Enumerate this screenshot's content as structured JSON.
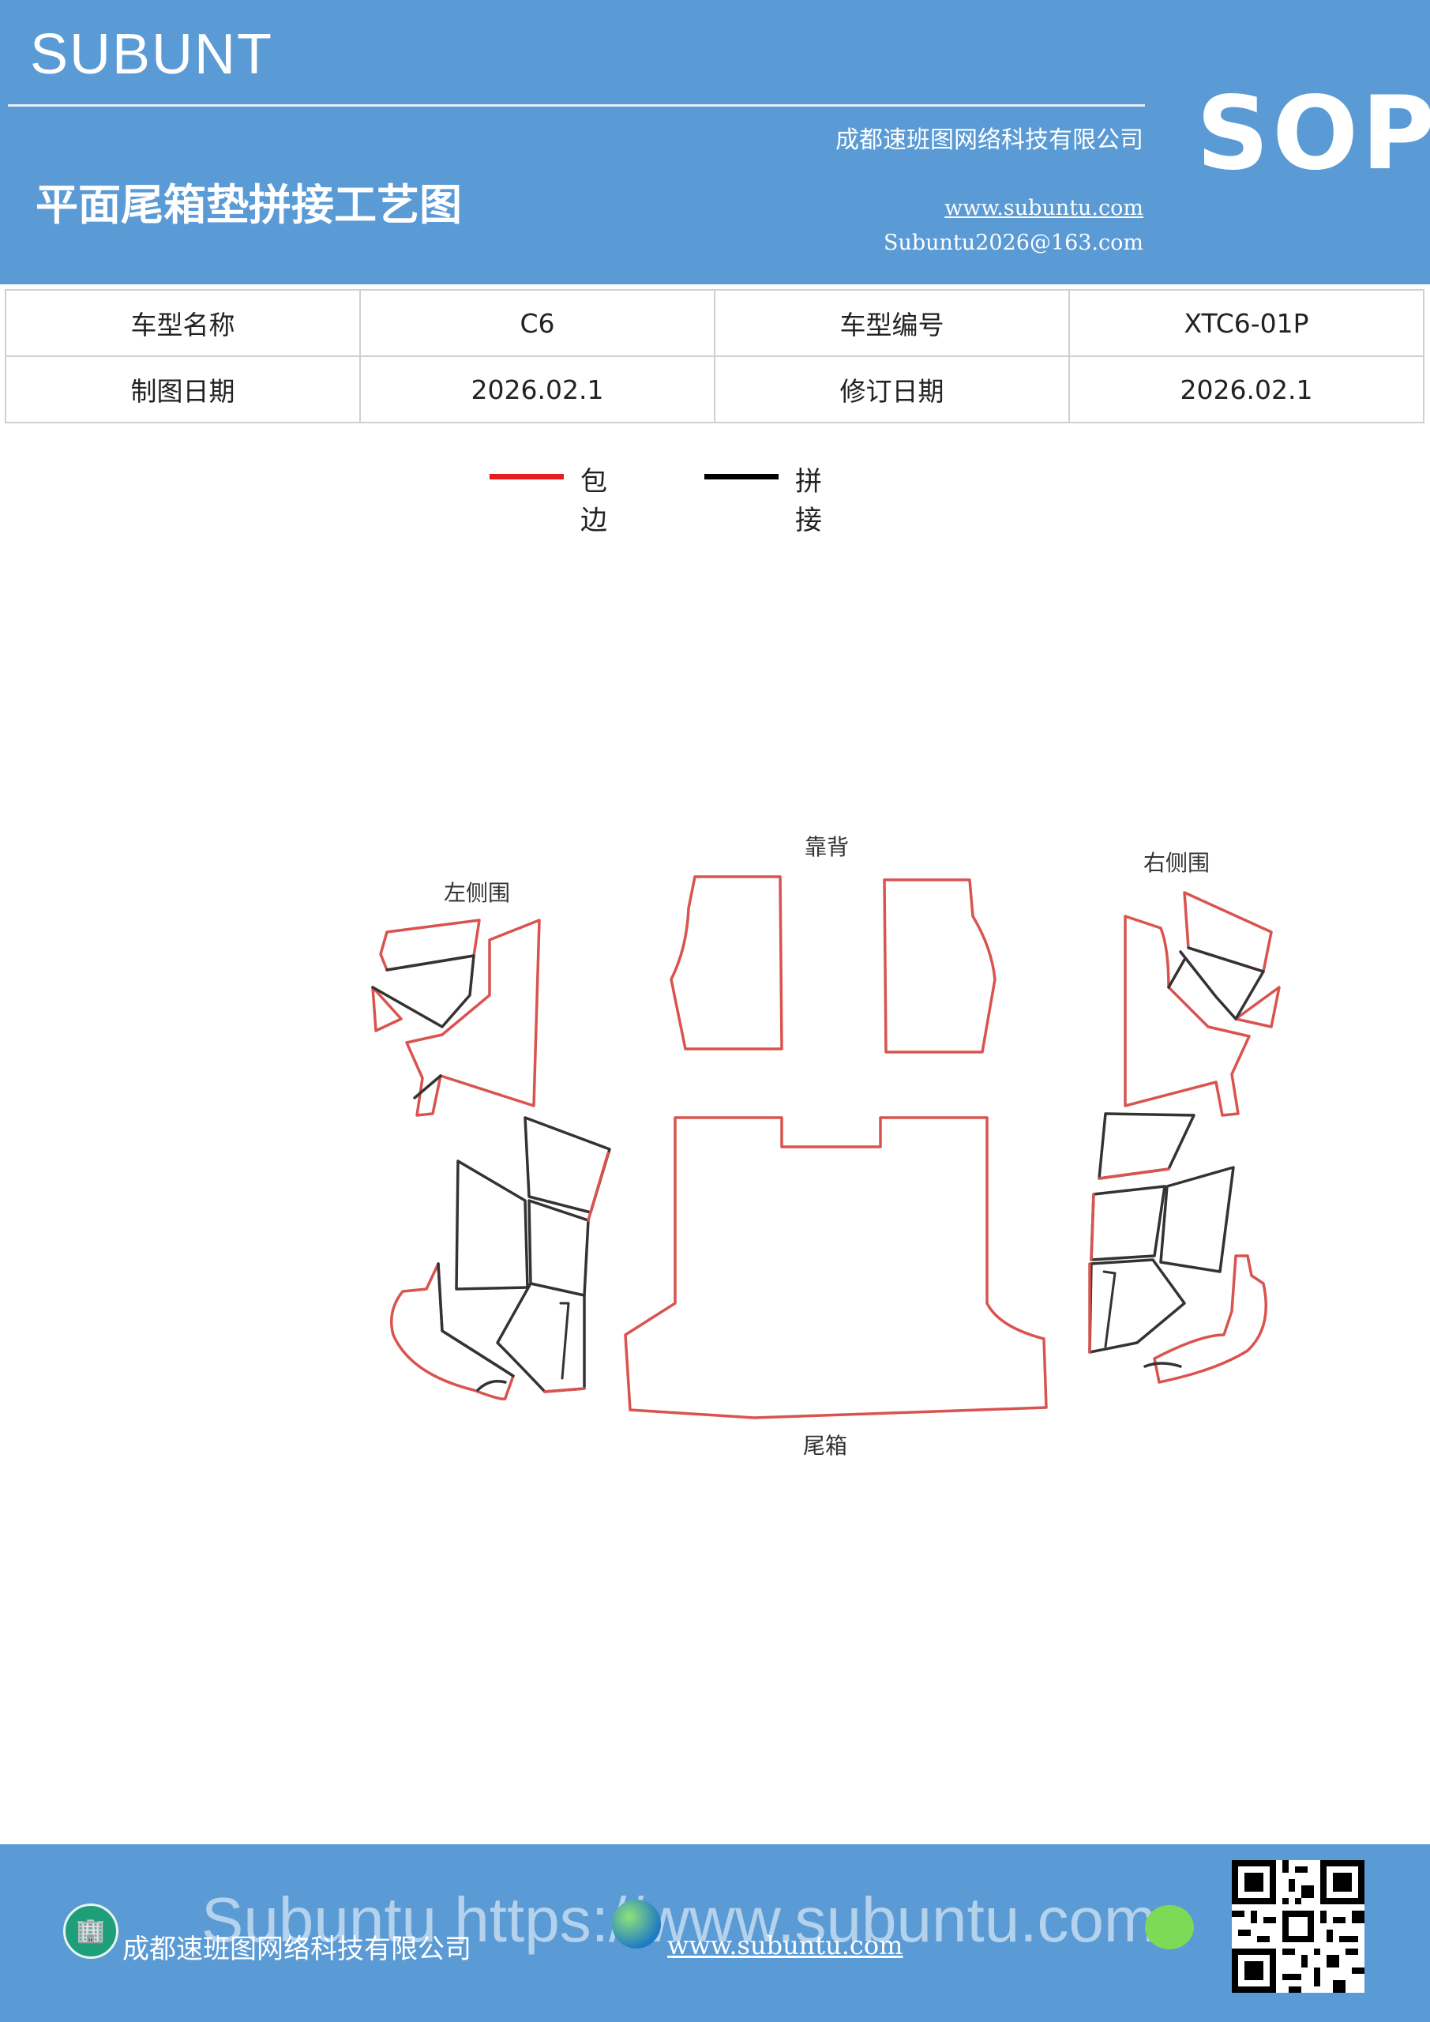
{
  "header": {
    "brand": "SUBUNT",
    "sop": "SOP",
    "title": "平面尾箱垫拼接工艺图",
    "company": "成都速班图网络科技有限公司",
    "url": "www.subuntu.com",
    "email": "Subuntu2026@163.com"
  },
  "info": {
    "rows": [
      [
        "车型名称",
        "C6",
        "车型编号",
        "XTC6-01P"
      ],
      [
        "制图日期",
        "2026.02.1",
        "修订日期",
        "2026.02.1"
      ]
    ]
  },
  "legend": {
    "items": [
      {
        "label": "包边",
        "color": "#e81c1c"
      },
      {
        "label": "拼接",
        "color": "#000000"
      }
    ]
  },
  "diagram": {
    "labels": {
      "back": "靠背",
      "left": "左侧围",
      "right": "右侧围",
      "trunk": "尾箱"
    },
    "edge_color": "#d9534f",
    "seam_color": "#333333"
  },
  "footer": {
    "company": "成都速班图网络科技有限公司",
    "url": "www.subuntu.com",
    "watermark": "Subuntu https://www.subuntu.com"
  }
}
